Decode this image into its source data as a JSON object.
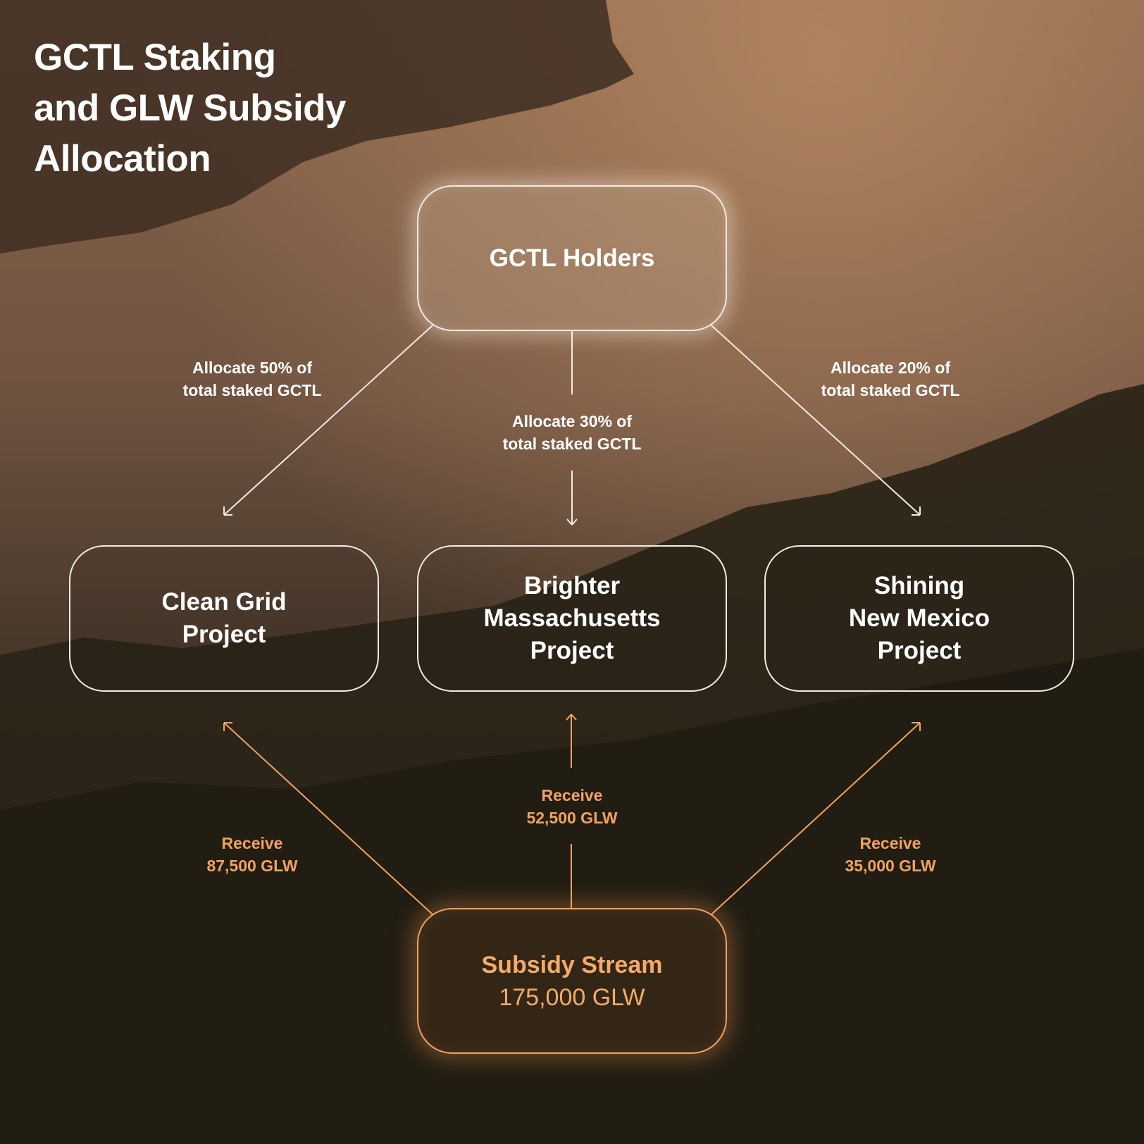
{
  "title_lines": [
    "GCTL Staking",
    "and GLW Subsidy",
    "Allocation"
  ],
  "source": {
    "label": "GCTL Holders"
  },
  "projects": [
    {
      "lines": [
        "Clean Grid",
        "Project"
      ]
    },
    {
      "lines": [
        "Brighter",
        "Massachusetts",
        "Project"
      ]
    },
    {
      "lines": [
        "Shining",
        "New Mexico",
        "Project"
      ]
    }
  ],
  "allocations": [
    {
      "lines": [
        "Allocate 50% of",
        "total staked GCTL"
      ]
    },
    {
      "lines": [
        "Allocate 30% of",
        "total staked GCTL"
      ]
    },
    {
      "lines": [
        "Allocate 20% of",
        "total staked GCTL"
      ]
    }
  ],
  "receipts": [
    {
      "lines": [
        "Receive",
        "87,500 GLW"
      ]
    },
    {
      "lines": [
        "Receive",
        "52,500 GLW"
      ]
    },
    {
      "lines": [
        "Receive",
        "35,000 GLW"
      ]
    }
  ],
  "subsidy": {
    "label": "Subsidy Stream",
    "value": "175,000 GLW"
  },
  "colors": {
    "white_line": "#f4ebe2",
    "orange_accent": "#f0a262",
    "background_top": "#7a5a42",
    "background_bottom": "#1f1a12"
  }
}
